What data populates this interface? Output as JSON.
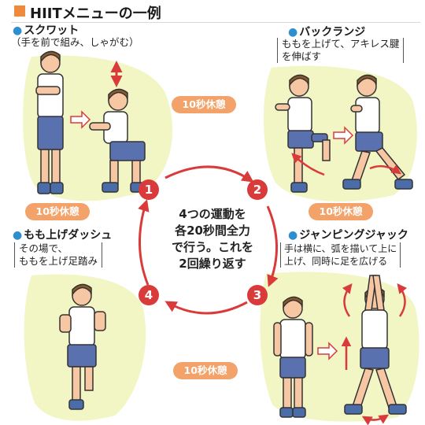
{
  "header": {
    "title": "HIITメニューの一例"
  },
  "exercises": [
    {
      "name": "スクワット",
      "desc": [
        "（手を前で組み、しゃがむ）"
      ]
    },
    {
      "name": "バックランジ",
      "desc": [
        "ももを上げて、アキレス腱",
        "を伸ばす"
      ]
    },
    {
      "name": "もも上げダッシュ",
      "desc": [
        "その場で、",
        "ももを上げ足踏み"
      ]
    },
    {
      "name": "ジャンピングジャック",
      "desc": [
        "手は横に、弧を描いて上に",
        "上げ、同時に足を広げる"
      ]
    }
  ],
  "rest_label": "10秒休憩",
  "center": [
    "4つの運動を",
    "各20秒間全力",
    "で行う。これを",
    "2回繰り返す"
  ],
  "steps": [
    "1",
    "2",
    "3",
    "4"
  ],
  "colors": {
    "accent": "#ef8a3c",
    "step": "#d93b3b",
    "rest": "#f3a26a",
    "bg_blob": "#f2f6c4",
    "bullet": "#2d8fcf"
  }
}
